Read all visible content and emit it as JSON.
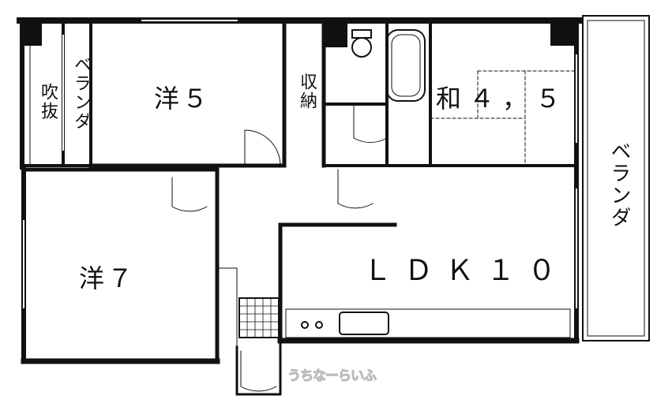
{
  "rooms": {
    "western_5": "洋５",
    "western_7": "洋７",
    "japanese": "和４，５",
    "ldk": "ＬＤＫ１０",
    "storage": "収納",
    "void": "吹抜",
    "veranda_left": "ベランダ",
    "veranda_right": "ベランダ"
  },
  "watermark": "うちなーらいふ"
}
